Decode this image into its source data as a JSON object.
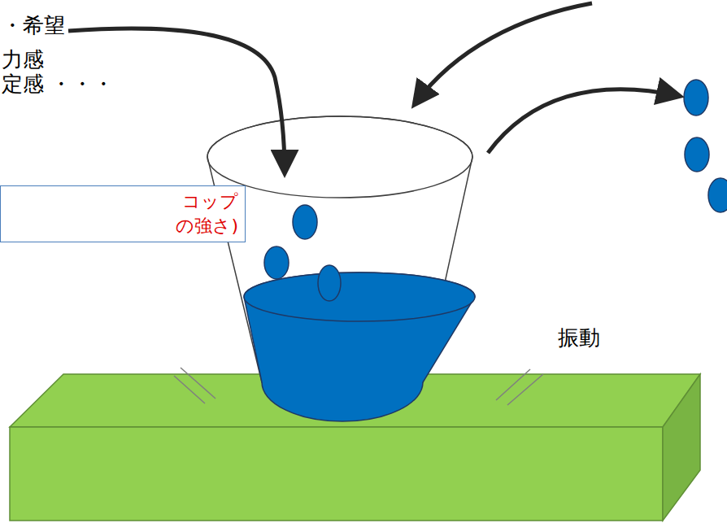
{
  "diagram": {
    "nodes": [
      {
        "text": [
          "コップ の強さ)"
        ]
      }
    ],
    "labels": [
      "・希望",
      "力感",
      "定感 ・・・",
      "振動"
    ]
  }
}
